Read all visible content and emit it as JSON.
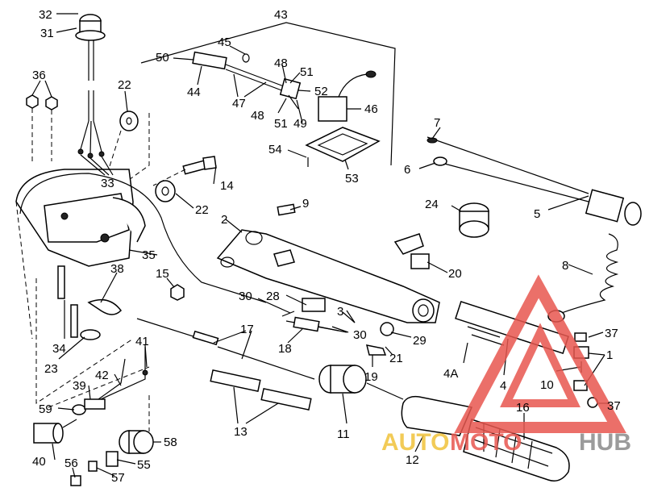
{
  "labels": {
    "l1": "1",
    "l2": "2",
    "l3": "3",
    "l4": "4",
    "l4a": "4A",
    "l5": "5",
    "l6": "6",
    "l7": "7",
    "l8": "8",
    "l9": "9",
    "l10": "10",
    "l11": "11",
    "l12": "12",
    "l13": "13",
    "l14": "14",
    "l15": "15",
    "l16": "16",
    "l17": "17",
    "l18": "18",
    "l19": "19",
    "l20": "20",
    "l21": "21",
    "l22a": "22",
    "l22b": "22",
    "l23": "23",
    "l24": "24",
    "l28": "28",
    "l29": "29",
    "l30a": "30",
    "l30b": "30",
    "l31": "31",
    "l32": "32",
    "l33": "33",
    "l34": "34",
    "l35": "35",
    "l36": "36",
    "l37a": "37",
    "l37b": "37",
    "l38": "38",
    "l39": "39",
    "l40": "40",
    "l41": "41",
    "l42": "42",
    "l43": "43",
    "l44": "44",
    "l45": "45",
    "l46": "46",
    "l47": "47",
    "l48a": "48",
    "l48b": "48",
    "l49": "49",
    "l50": "50",
    "l51a": "51",
    "l51b": "51",
    "l52": "52",
    "l53": "53",
    "l54": "54",
    "l55": "55",
    "l56": "56",
    "l57": "57",
    "l58": "58",
    "l59": "59"
  },
  "watermark": {
    "part1": "AUTO",
    "part2": "MOTO",
    "part3": "HUB",
    "color_red": "#e8574f",
    "color_yellow": "#f0c23a",
    "color_gray": "#8a8a8a"
  }
}
